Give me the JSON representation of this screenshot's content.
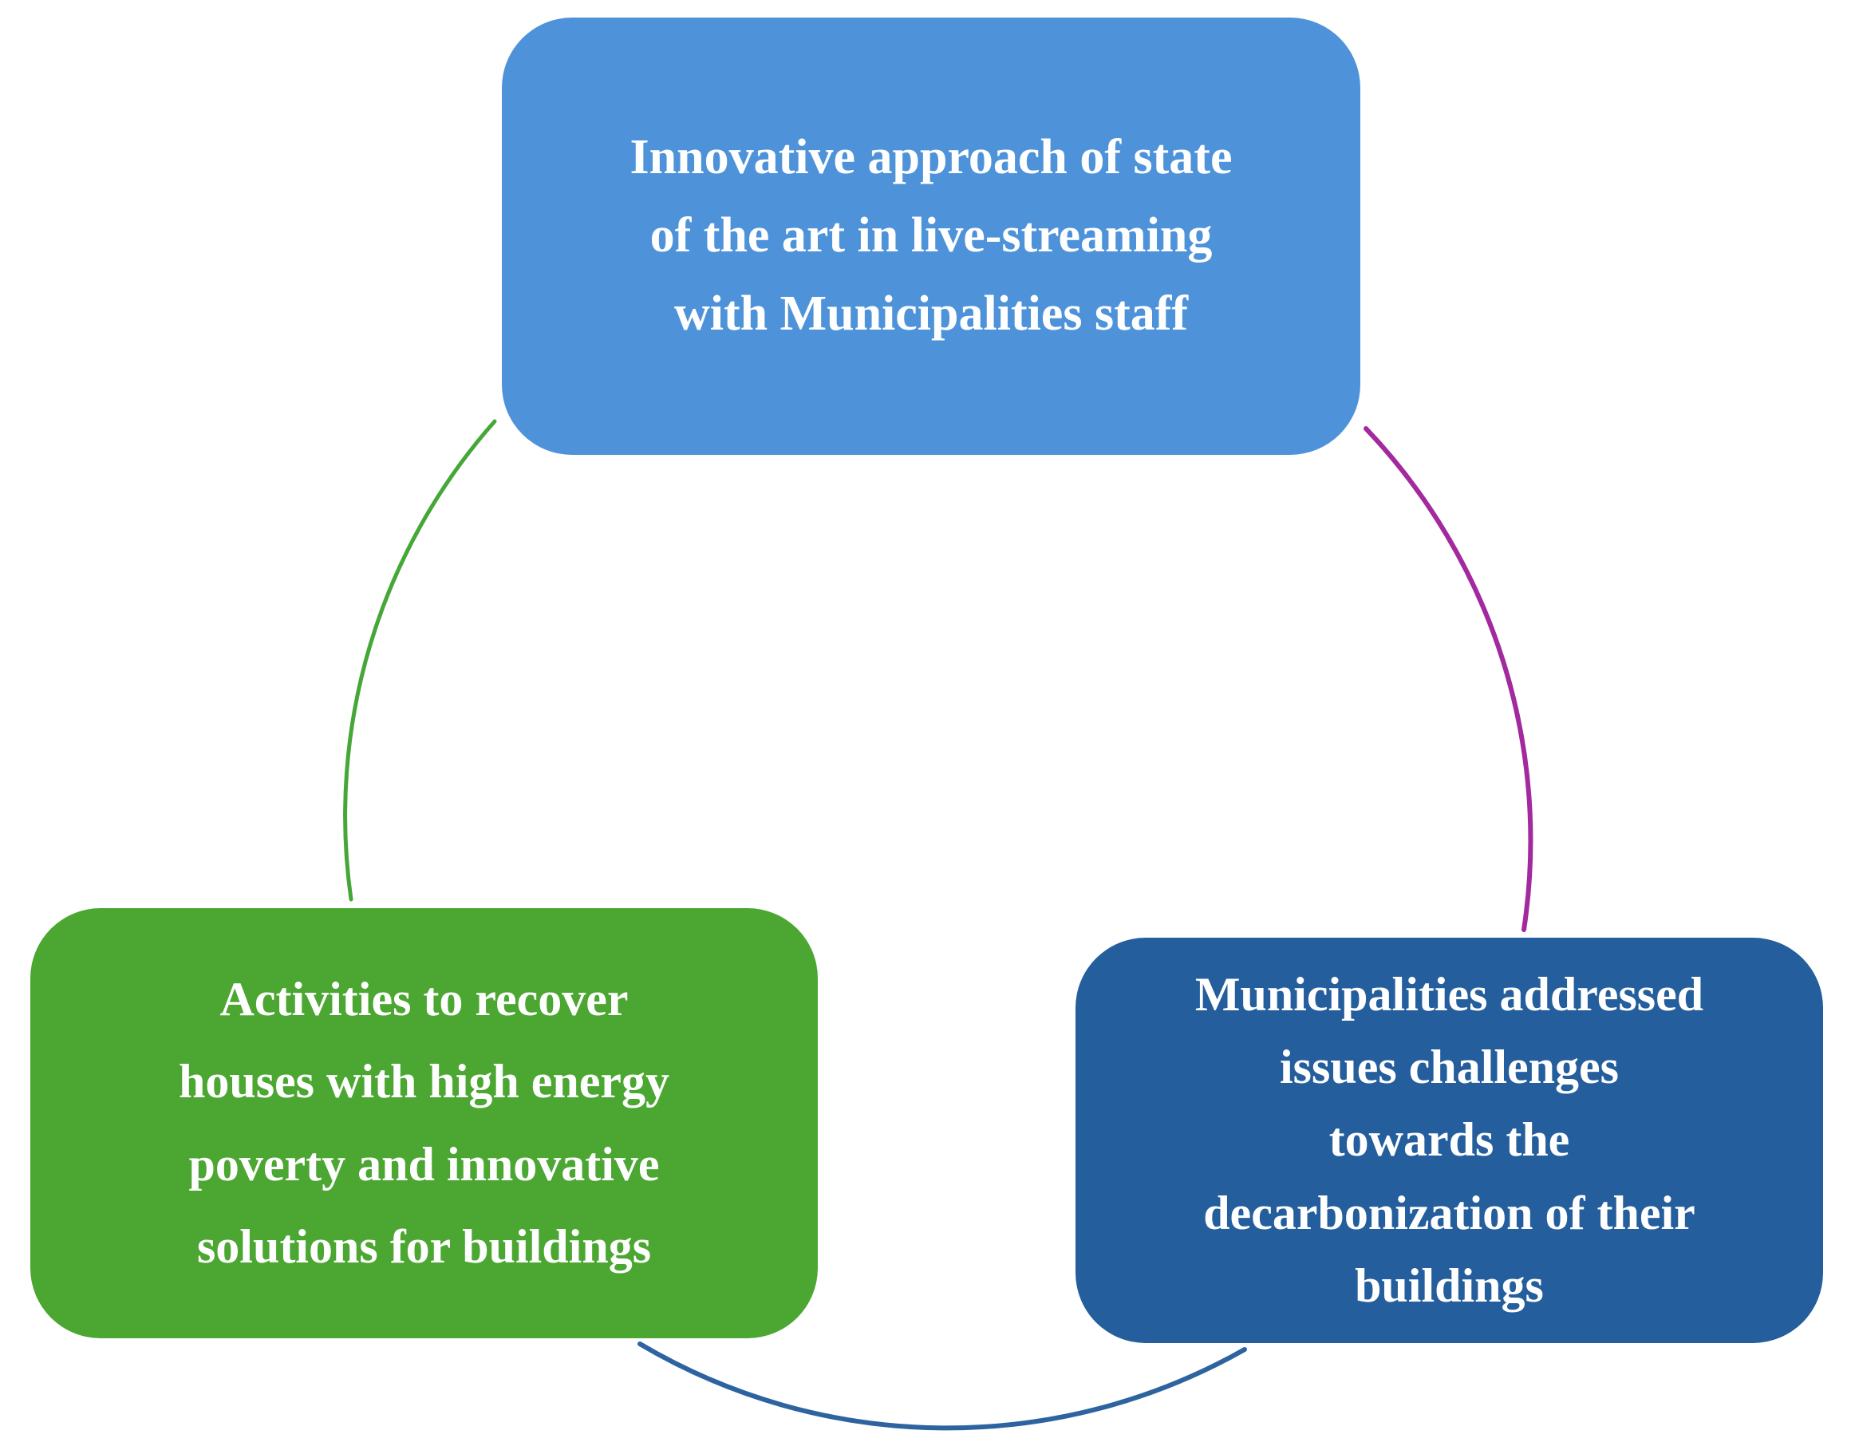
{
  "diagram": {
    "background": "#FFFFFF",
    "nodes": [
      {
        "id": "top",
        "label": "Innovative approach of state\nof the  art in live-streaming\nwith Municipalities staff",
        "fill": "#4E93D9",
        "text_color": "#FFFFFF"
      },
      {
        "id": "bottom-left",
        "label": "Activities to recover\nhouses with high energy\npoverty and innovative\nsolutions for buildings",
        "fill": "#4BA732",
        "text_color": "#FFFFFF"
      },
      {
        "id": "bottom-right",
        "label": "Municipalities addressed\nissues challenges\ntowards the\ndecarbonization of their\nbuildings",
        "fill": "#245E9C",
        "text_color": "#FFFFFF"
      }
    ],
    "connectors": [
      {
        "id": "top-to-bottom-left",
        "color": "#45A737"
      },
      {
        "id": "top-to-bottom-right",
        "color": "#A2299E"
      },
      {
        "id": "bottom-left-to-bottom-right",
        "color": "#2D64A0"
      }
    ]
  }
}
